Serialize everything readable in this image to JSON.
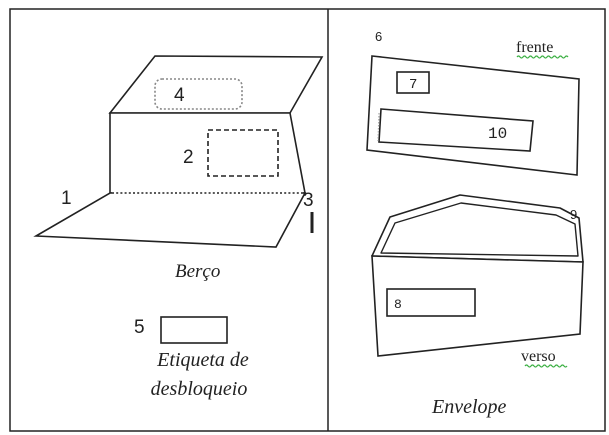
{
  "left_panel": {
    "cradle": {
      "caption": "Berço",
      "callouts": {
        "c1": "1",
        "c2": "2",
        "c3": "3",
        "c4": "4"
      }
    },
    "unlock_label": {
      "callout": "5",
      "caption_line1": "Etiqueta de",
      "caption_line2": "desbloqueio"
    }
  },
  "right_panel": {
    "envelope_front": {
      "callout": "6",
      "label": "frente",
      "box_7": "7",
      "box_10": "10"
    },
    "envelope_back": {
      "callout": "9",
      "label": "verso",
      "box_8": "8"
    },
    "caption": "Envelope"
  },
  "colors": {
    "line": "#222222",
    "spellcheck_underline": "#3cb043"
  }
}
